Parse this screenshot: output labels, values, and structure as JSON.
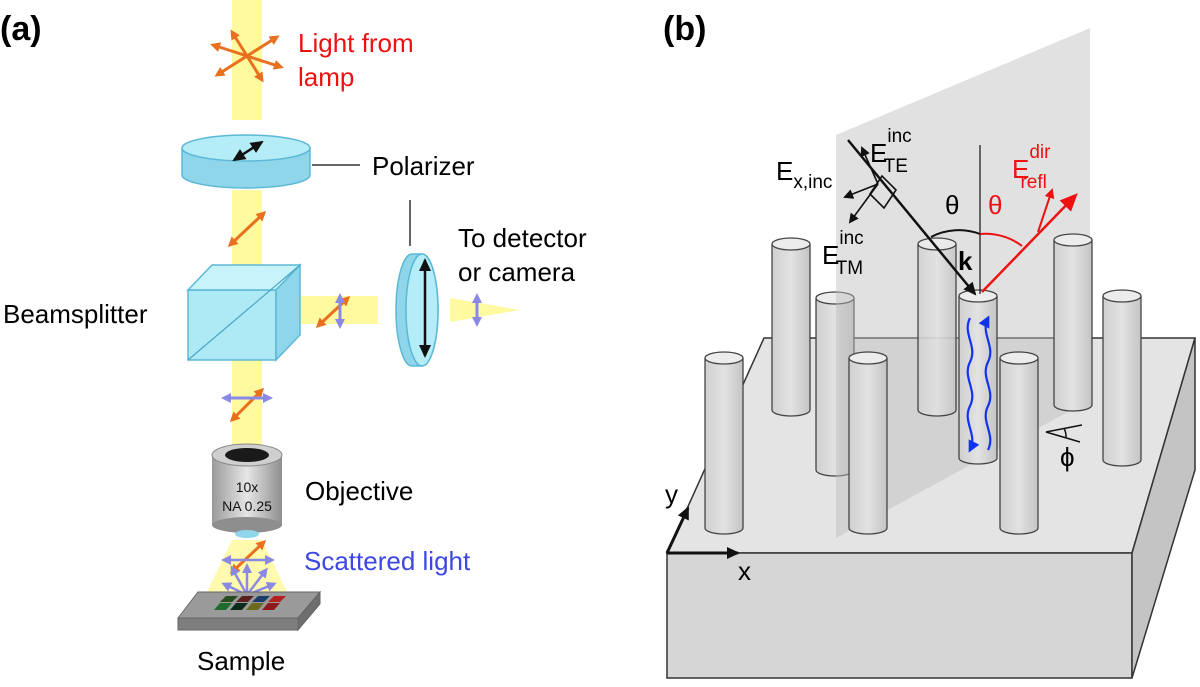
{
  "panel_a": {
    "label": "(a)",
    "light_from_lamp": [
      "Light from",
      "lamp"
    ],
    "polarizer": "Polarizer",
    "beamsplitter": "Beamsplitter",
    "to_detector": [
      "To detector",
      "or camera"
    ],
    "objective_magnification": "10x",
    "objective_na": "NA 0.25",
    "objective": "Objective",
    "scattered_light": "Scattered light",
    "sample": "Sample"
  },
  "panel_b": {
    "label": "(b)",
    "e_te_base": "E",
    "e_te_sup": "inc",
    "e_te_sub": "TE",
    "e_x_inc_base": "E",
    "e_x_inc_sub": "x,inc",
    "e_tm_base": "E",
    "e_tm_sup": "inc",
    "e_tm_sub": "TM",
    "e_refl_base": "E",
    "e_refl_sup": "dir",
    "e_refl_sub": "refl",
    "theta_left": "θ",
    "theta_right": "θ",
    "k": "k",
    "phi": "ϕ",
    "axis_y": "y",
    "axis_x": "x"
  },
  "colors": {
    "beam": "#fff9a0",
    "optics_blue": "#a8e6f3",
    "incident_arrow": "#e8701e",
    "scattered_arrow": "#8a8ae6",
    "reflected": "#ee1111",
    "waves": "#1133ee",
    "pillar": "#d6d6d6"
  }
}
